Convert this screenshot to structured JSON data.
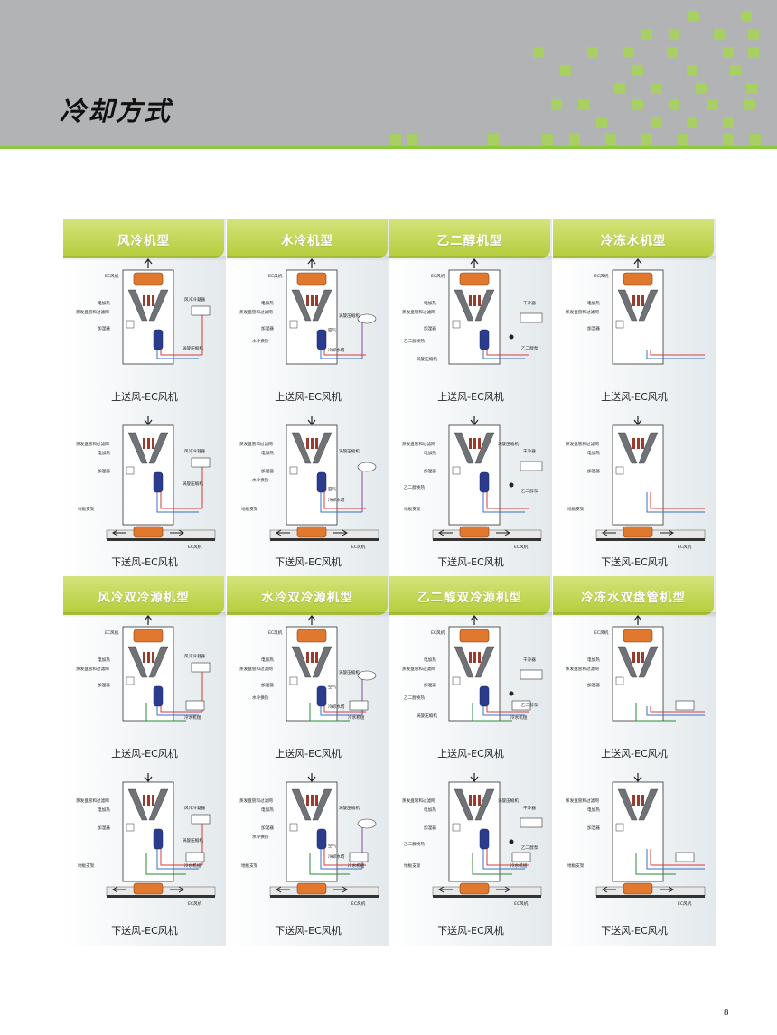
{
  "header": {
    "title": "冷却方式",
    "accent": "#8dc63f"
  },
  "rows": [
    {
      "panels": [
        {
          "title": "风冷机型",
          "top_caption": "上送风-EC风机",
          "bottom_caption": "下送风-EC风机",
          "cooling": "air"
        },
        {
          "title": "水冷机型",
          "top_caption": "上送风-EC风机",
          "bottom_caption": "下送风-EC风机",
          "cooling": "water"
        },
        {
          "title": "乙二醇机型",
          "top_caption": "上送风-EC风机",
          "bottom_caption": "下送风-EC风机",
          "cooling": "glycol"
        },
        {
          "title": "冷冻水机型",
          "top_caption": "上送风-EC风机",
          "bottom_caption": "下送风-EC风机",
          "cooling": "chilled"
        }
      ]
    },
    {
      "panels": [
        {
          "title": "风冷双冷源机型",
          "top_caption": "上送风-EC风机",
          "bottom_caption": "下送风-EC风机",
          "cooling": "air-dual"
        },
        {
          "title": "水冷双冷源机型",
          "top_caption": "上送风-EC风机",
          "bottom_caption": "下送风-EC风机",
          "cooling": "water-dual"
        },
        {
          "title": "乙二醇双冷源机型",
          "top_caption": "上送风-EC风机",
          "bottom_caption": "下送风-EC风机",
          "cooling": "glycol-dual"
        },
        {
          "title": "冷冻水双盘管机型",
          "top_caption": "上送风-EC风机",
          "bottom_caption": "下送风-EC风机",
          "cooling": "chilled-dual"
        }
      ]
    }
  ],
  "labels": {
    "ec_fan": "EC风机",
    "heater": "电加热",
    "evaporator": "蒸发盘管和过滤网",
    "humidifier": "加湿器",
    "compressor": "涡旋压缩机",
    "air_condenser": "风冷冷凝器",
    "water_hx": "水冷换热",
    "air": "空气",
    "cooling_tower": "冷却水塔",
    "glycol_hx": "乙二醇换热",
    "dry_cooler": "干冷器",
    "glycol_pump": "乙二醇泵",
    "floor_stand": "地板支架",
    "chiller_unit": "冷水机组"
  },
  "page_number": "8"
}
